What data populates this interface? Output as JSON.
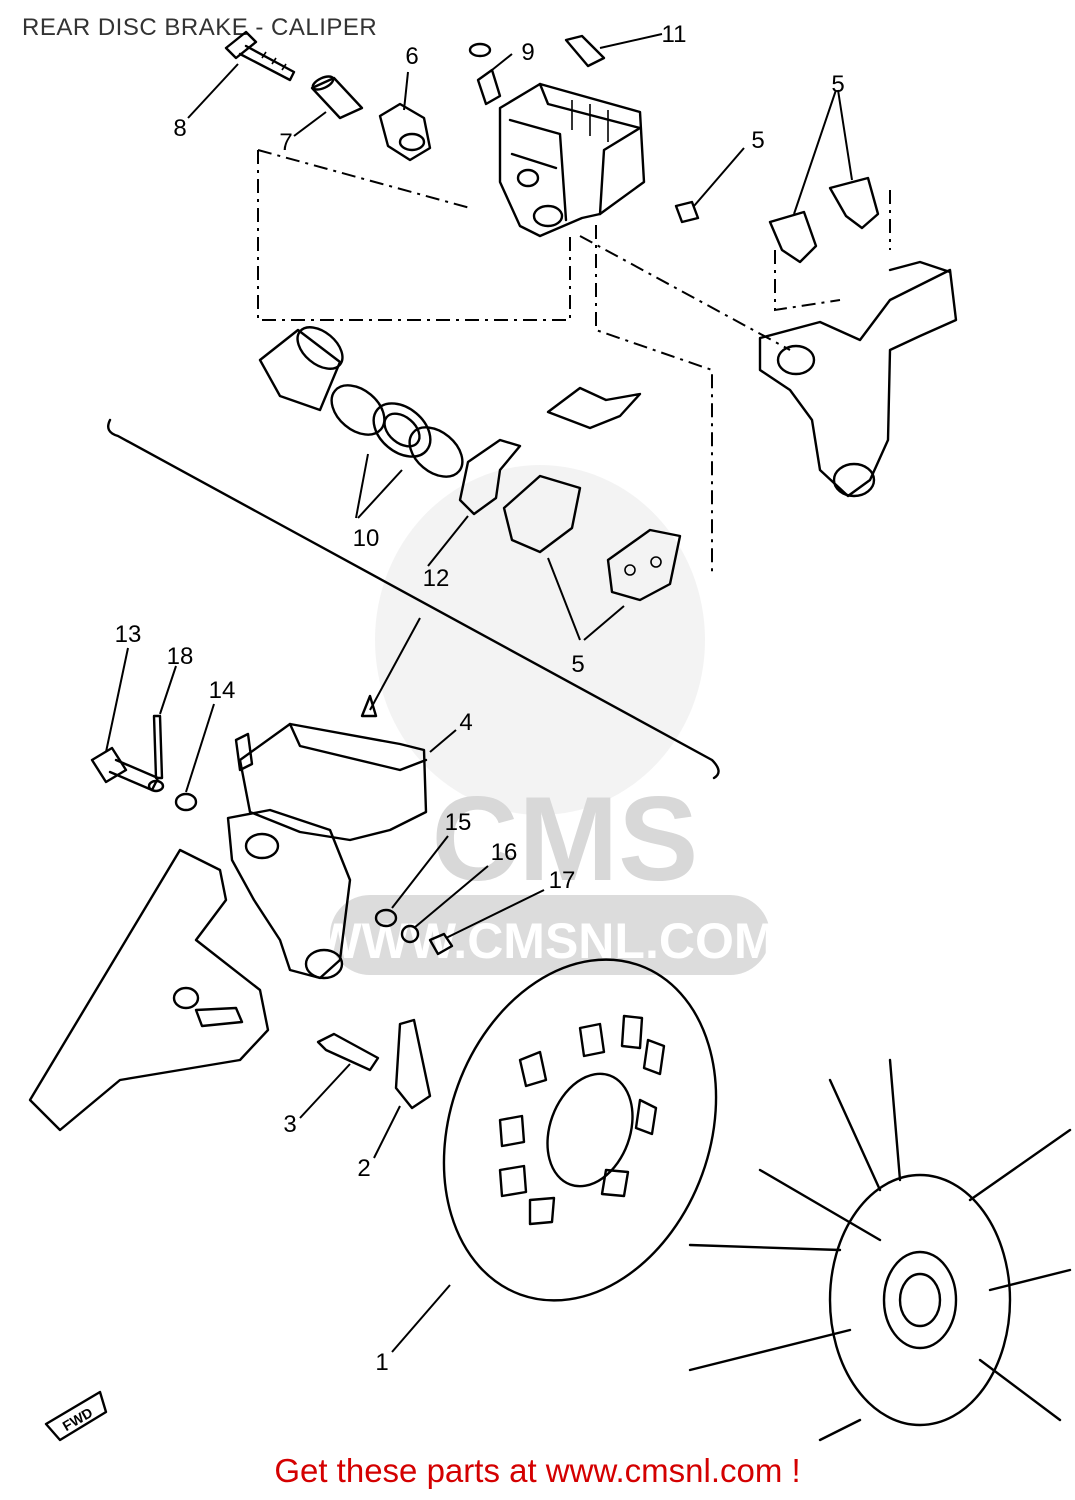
{
  "title": "REAR DISC BRAKE - CALIPER",
  "footer": "Get these parts at www.cmsnl.com !",
  "watermark": {
    "brand": "CMS",
    "url": "WWW.CMSNL.COM"
  },
  "fwd_label": "FWD",
  "colors": {
    "title": "#333333",
    "footer": "#d40000",
    "lines": "#000000",
    "watermark": "#dcdcdc"
  },
  "callouts": [
    {
      "id": "c1",
      "label": "1"
    },
    {
      "id": "c2",
      "label": "2"
    },
    {
      "id": "c3",
      "label": "3"
    },
    {
      "id": "c4",
      "label": "4"
    },
    {
      "id": "c5a",
      "label": "5"
    },
    {
      "id": "c5b",
      "label": "5"
    },
    {
      "id": "c5c",
      "label": "5"
    },
    {
      "id": "c6",
      "label": "6"
    },
    {
      "id": "c7",
      "label": "7"
    },
    {
      "id": "c8",
      "label": "8"
    },
    {
      "id": "c9",
      "label": "9"
    },
    {
      "id": "c10",
      "label": "10"
    },
    {
      "id": "c11",
      "label": "11"
    },
    {
      "id": "c12",
      "label": "12"
    },
    {
      "id": "c13",
      "label": "13"
    },
    {
      "id": "c14",
      "label": "14"
    },
    {
      "id": "c15",
      "label": "15"
    },
    {
      "id": "c16",
      "label": "16"
    },
    {
      "id": "c17",
      "label": "17"
    },
    {
      "id": "c18",
      "label": "18"
    }
  ]
}
